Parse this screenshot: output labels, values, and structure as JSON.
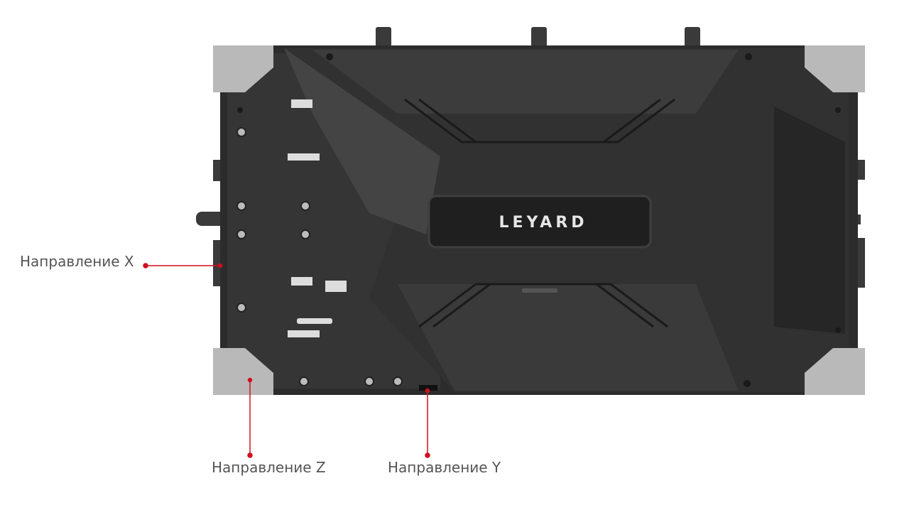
{
  "product": {
    "brand_logo": "LEYARD"
  },
  "annotations": {
    "x_label": "Направление X",
    "z_label": "Направление Z",
    "y_label": "Направление Y"
  },
  "colors": {
    "annotation": "#d0101e",
    "cabinet": "#2d2d2d",
    "plate": "#b5b5b5"
  }
}
